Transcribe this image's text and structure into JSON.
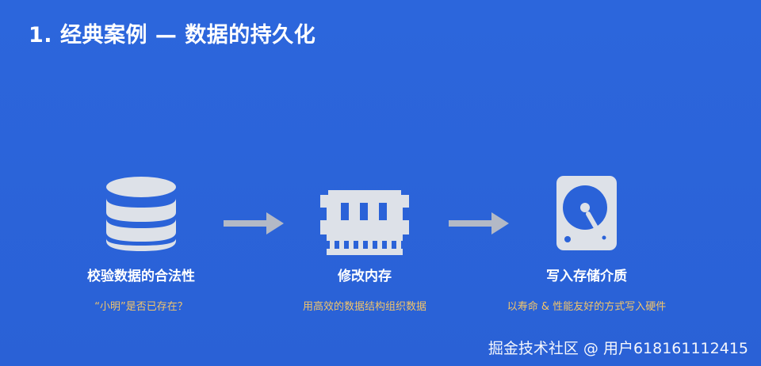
{
  "slide": {
    "title": "1. 经典案例 — 数据的持久化"
  },
  "steps": [
    {
      "icon": "database-icon",
      "label": "校验数据的合法性",
      "description": "“小明”是否已存在？"
    },
    {
      "icon": "memory-ram-icon",
      "label": "修改内存",
      "description": "用高效的数据结构组织数据"
    },
    {
      "icon": "hard-disk-icon",
      "label": "写入存储介质",
      "description": "以寿命 & 性能友好的方式写入硬件"
    }
  ],
  "watermark": "掘金技术社区 @ 用户618161112415",
  "colors": {
    "background": "#2a62d8",
    "title": "#ffffff",
    "label": "#ffffff",
    "description": "#f3c56a",
    "icon": "#dde1e8",
    "arrow": "#b3b9c6"
  }
}
